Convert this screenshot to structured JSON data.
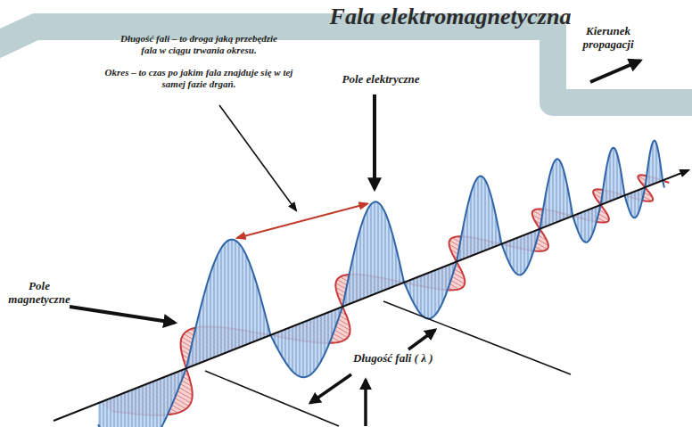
{
  "diagram": {
    "title": "Fala elektromagnetyczna",
    "labels": [
      "Długość fali – to droga jaką przebędzie fala w ciągu trwania okresu.",
      "Okres – to czas po jakim fala znajduje się w tej samej fazie drgań.",
      "Pole elektryczne",
      "Kierunek propagacji",
      "Pole magnetyczne",
      "Długość fali ( λ )"
    ]
  }
}
